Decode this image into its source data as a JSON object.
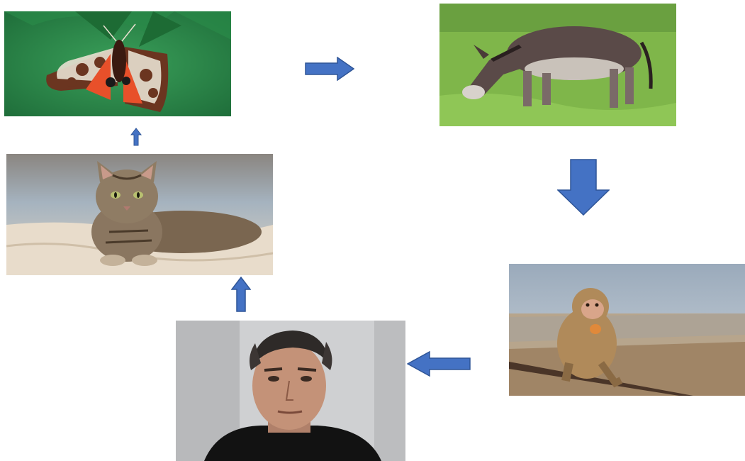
{
  "diagram": {
    "nodes": [
      {
        "id": "moth",
        "subject": "moth",
        "order": 1
      },
      {
        "id": "donkey",
        "subject": "donkey",
        "order": 2
      },
      {
        "id": "monkey",
        "subject": "monkey",
        "order": 3
      },
      {
        "id": "man",
        "subject": "man",
        "order": 4
      },
      {
        "id": "cat",
        "subject": "cat",
        "order": 5
      }
    ],
    "edges": [
      {
        "from": "moth",
        "to": "donkey",
        "direction": "right"
      },
      {
        "from": "donkey",
        "to": "monkey",
        "direction": "down"
      },
      {
        "from": "monkey",
        "to": "man",
        "direction": "left"
      },
      {
        "from": "man",
        "to": "cat",
        "direction": "up"
      },
      {
        "from": "cat",
        "to": "moth",
        "direction": "up"
      }
    ],
    "colors": {
      "arrow_fill": "#4472C4",
      "arrow_stroke": "#2F5597",
      "background": "#ffffff"
    }
  }
}
